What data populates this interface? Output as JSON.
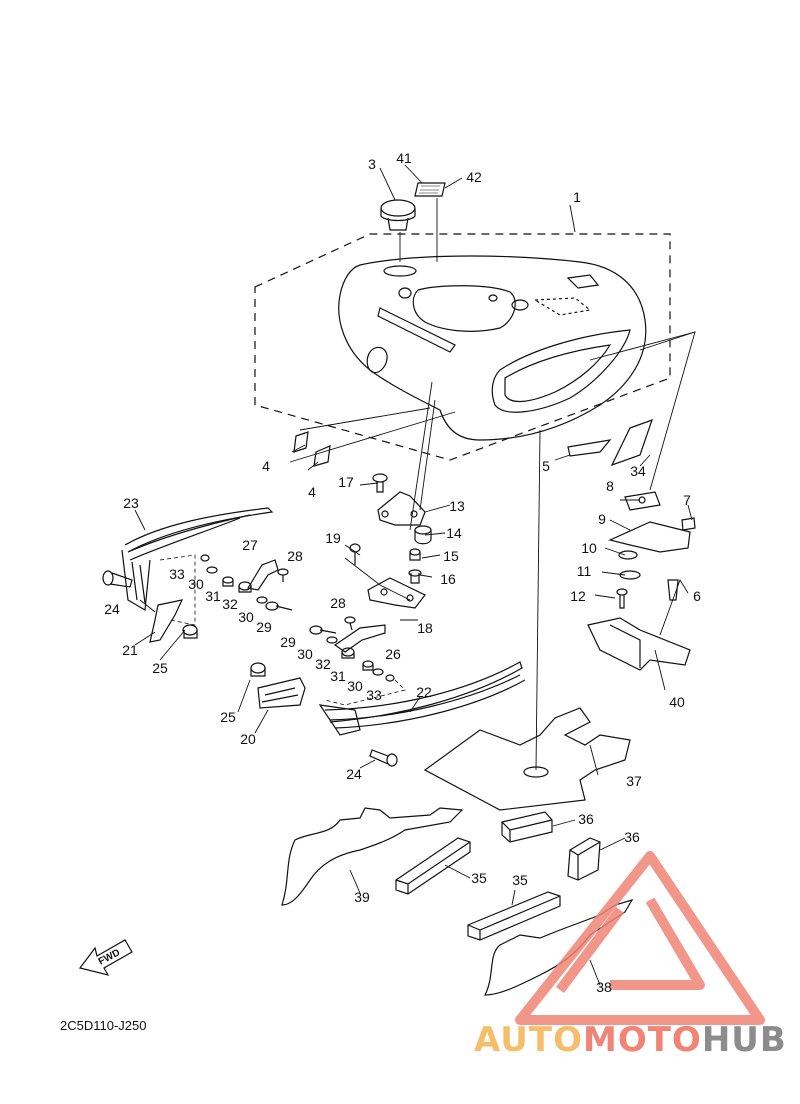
{
  "diagram_code": "2C5D110-J250",
  "fwd_label": "FWD",
  "watermark": {
    "part1": "AUTO",
    "part2": "MOTO",
    "part3": "HUB",
    "colors": {
      "orange": "#f6bd6b",
      "red": "#f08476",
      "gray": "#8c8c8c"
    }
  },
  "callouts": [
    {
      "id": "c1",
      "text": "1"
    },
    {
      "id": "c3",
      "text": "3"
    },
    {
      "id": "c41",
      "text": "41"
    },
    {
      "id": "c42",
      "text": "42"
    },
    {
      "id": "c4a",
      "text": "4"
    },
    {
      "id": "c4b",
      "text": "4"
    },
    {
      "id": "c5",
      "text": "5"
    },
    {
      "id": "c34",
      "text": "34"
    },
    {
      "id": "c8",
      "text": "8"
    },
    {
      "id": "c7",
      "text": "7"
    },
    {
      "id": "c9",
      "text": "9"
    },
    {
      "id": "c10",
      "text": "10"
    },
    {
      "id": "c11",
      "text": "11"
    },
    {
      "id": "c12",
      "text": "12"
    },
    {
      "id": "c6",
      "text": "6"
    },
    {
      "id": "c40",
      "text": "40"
    },
    {
      "id": "c17",
      "text": "17"
    },
    {
      "id": "c13",
      "text": "13"
    },
    {
      "id": "c14",
      "text": "14"
    },
    {
      "id": "c15",
      "text": "15"
    },
    {
      "id": "c16",
      "text": "16"
    },
    {
      "id": "c19",
      "text": "19"
    },
    {
      "id": "c18",
      "text": "18"
    },
    {
      "id": "c23",
      "text": "23"
    },
    {
      "id": "c27",
      "text": "27"
    },
    {
      "id": "c28a",
      "text": "28"
    },
    {
      "id": "c33a",
      "text": "33"
    },
    {
      "id": "c30a",
      "text": "30"
    },
    {
      "id": "c31a",
      "text": "31"
    },
    {
      "id": "c32a",
      "text": "32"
    },
    {
      "id": "c24a",
      "text": "24"
    },
    {
      "id": "c30b",
      "text": "30"
    },
    {
      "id": "c29a",
      "text": "29"
    },
    {
      "id": "c21",
      "text": "21"
    },
    {
      "id": "c25a",
      "text": "25"
    },
    {
      "id": "c28b",
      "text": "28"
    },
    {
      "id": "c29b",
      "text": "29"
    },
    {
      "id": "c30c",
      "text": "30"
    },
    {
      "id": "c26",
      "text": "26"
    },
    {
      "id": "c32b",
      "text": "32"
    },
    {
      "id": "c31b",
      "text": "31"
    },
    {
      "id": "c30d",
      "text": "30"
    },
    {
      "id": "c33b",
      "text": "33"
    },
    {
      "id": "c22",
      "text": "22"
    },
    {
      "id": "c25b",
      "text": "25"
    },
    {
      "id": "c20",
      "text": "20"
    },
    {
      "id": "c24b",
      "text": "24"
    },
    {
      "id": "c37",
      "text": "37"
    },
    {
      "id": "c36a",
      "text": "36"
    },
    {
      "id": "c36b",
      "text": "36"
    },
    {
      "id": "c35a",
      "text": "35"
    },
    {
      "id": "c35b",
      "text": "35"
    },
    {
      "id": "c39",
      "text": "39"
    },
    {
      "id": "c38",
      "text": "38"
    }
  ]
}
